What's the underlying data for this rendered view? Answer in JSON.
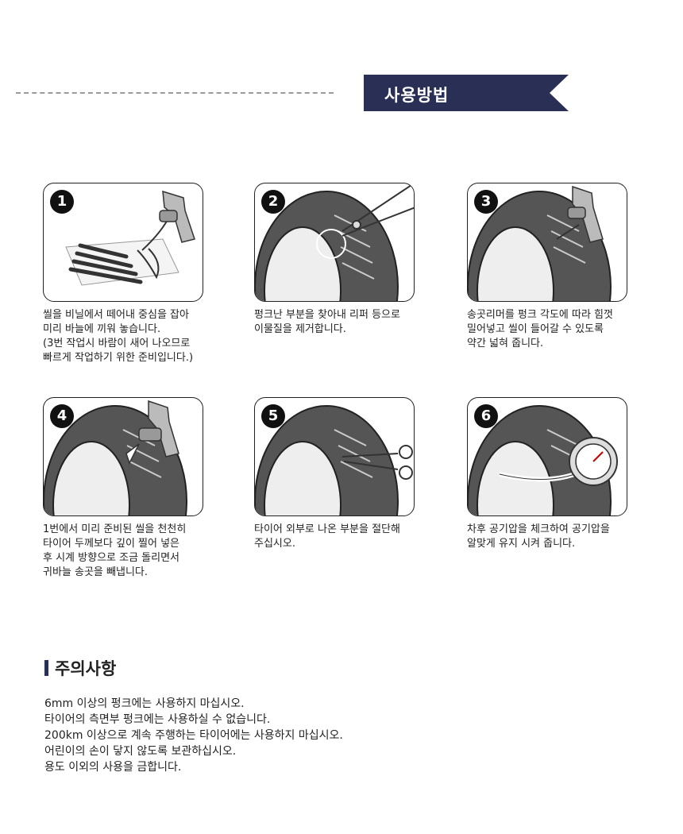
{
  "header": {
    "title": "사용방법"
  },
  "steps": [
    {
      "number": "1",
      "description": "씰을 비닐에서 떼어내 중심을 잡아\n미리 바늘에 끼워 놓습니다.\n(3번 작업시 바람이 새어 나오므로\n빠르게 작업하기 위한 준비입니다.)"
    },
    {
      "number": "2",
      "description": "펑크난 부분을 찾아내 리퍼 등으로\n이물질을 제거합니다."
    },
    {
      "number": "3",
      "description": "송곳리머를 펑크 각도에 따라 힘껏\n밀어넣고 씰이 들어갈 수 있도록\n약간 넓혀 줍니다."
    },
    {
      "number": "4",
      "description": "1번에서 미리 준비된 씰을 천천히\n타이어 두께보다 깊이 찔어 넣은\n후 시계 방향으로 조금 돌리면서\n귀바늘 송곳을 빼냅니다."
    },
    {
      "number": "5",
      "description": "타이어 외부로 나온 부분을 절단해\n주십시오."
    },
    {
      "number": "6",
      "description": "차후 공기압을 체크하여 공기압을\n알맞게 유지 시켜 줍니다."
    }
  ],
  "caution": {
    "title": "주의사항",
    "items": [
      "6mm 이상의 펑크에는 사용하지 마십시오.",
      "타이어의 측면부 펑크에는 사용하실 수 없습니다.",
      "200km 이상으로 계속 주행하는 타이어에는 사용하지 마십시오.",
      "어린이의 손이 닿지 않도록 보관하십시오.",
      "용도 이외의 사용을 금합니다."
    ]
  },
  "colors": {
    "banner": "#2a2f55",
    "frame": "#222222",
    "badge": "#111111"
  },
  "icons": [
    "tire-icon",
    "reamer-tool-icon",
    "plier-icon",
    "scissors-icon",
    "pressure-gauge-icon",
    "plug-strip-icon"
  ]
}
